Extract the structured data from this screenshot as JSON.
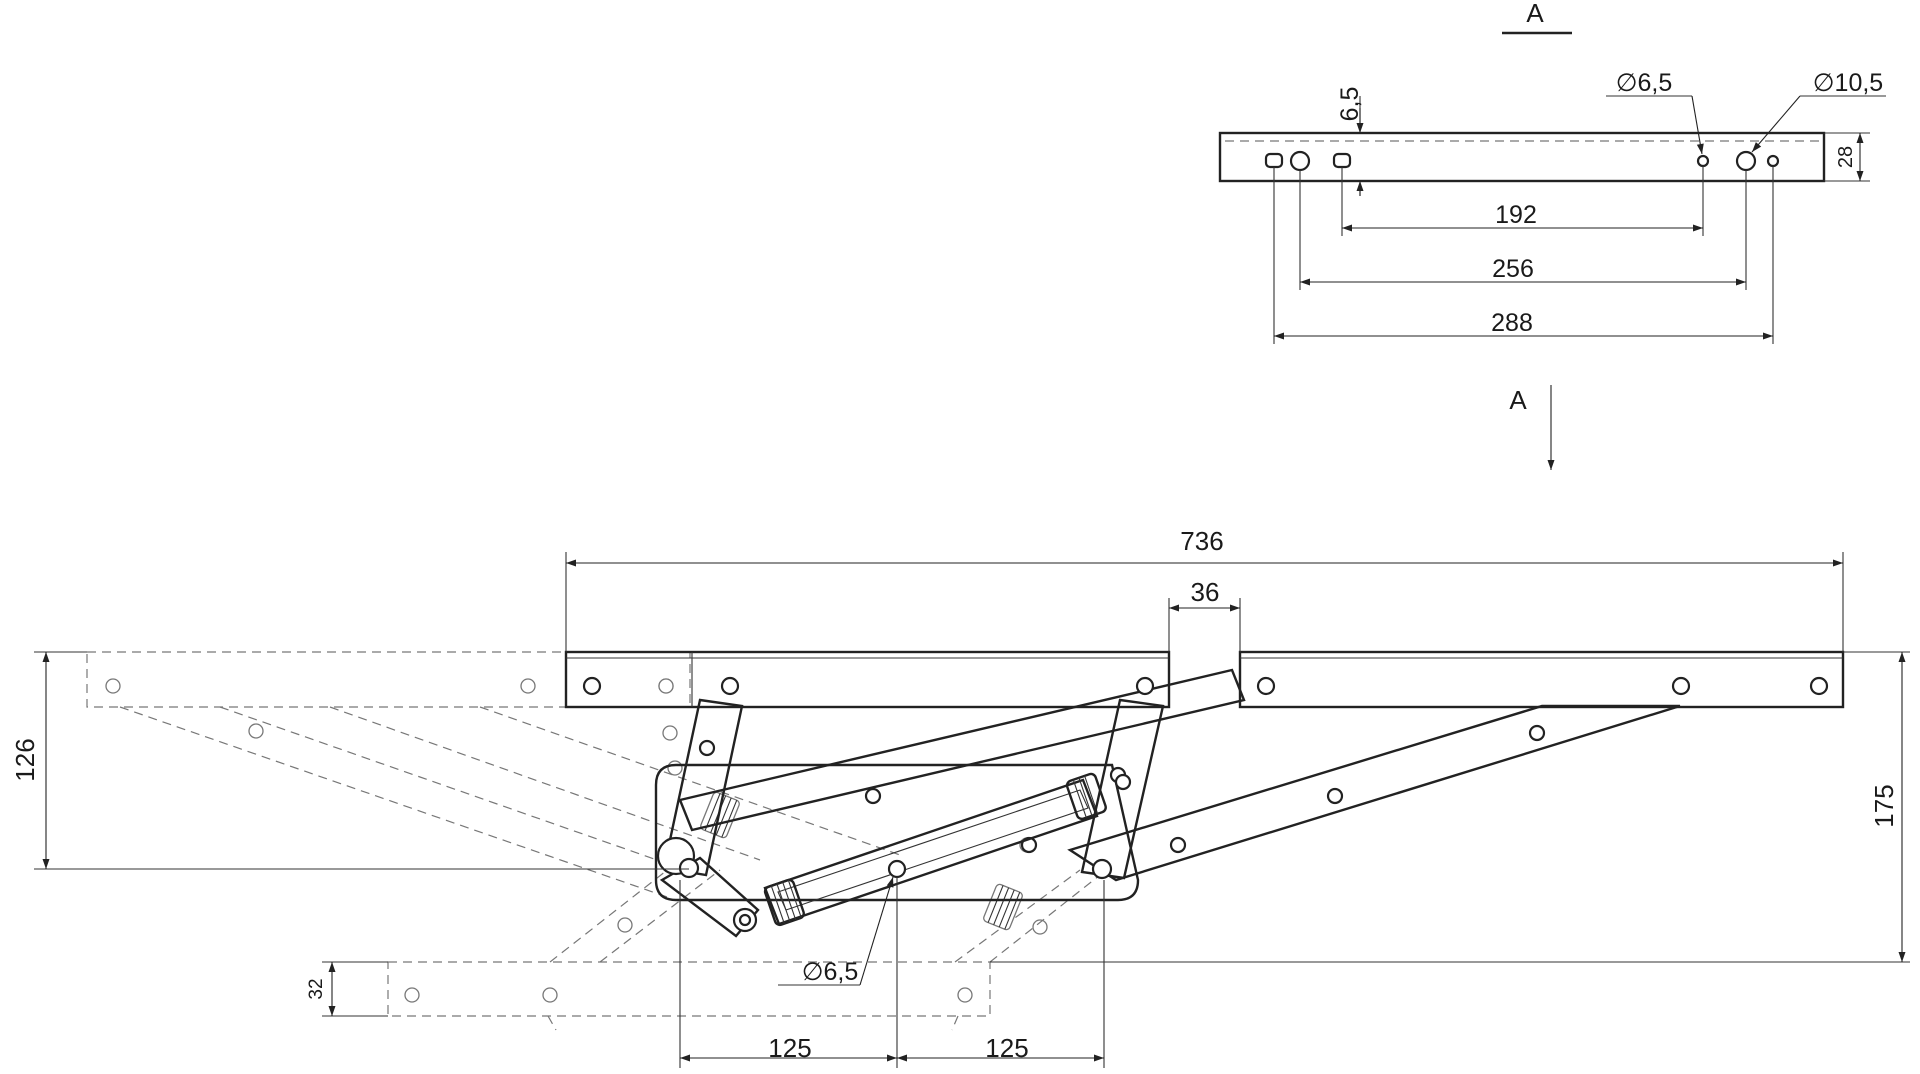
{
  "view_marker": {
    "top_label": "A",
    "arrow_label": "A"
  },
  "top_view": {
    "dim_thickness": "6,5",
    "dim_hole_small": "∅6,5",
    "dim_hole_large": "∅10,5",
    "dim_height": "28",
    "dim_192": "192",
    "dim_256": "256",
    "dim_288": "288"
  },
  "side_view": {
    "dim_total_length": "736",
    "dim_gap": "36",
    "dim_left_height": "126",
    "dim_right_height": "175",
    "dim_bottom_offset": "32",
    "dim_pivot_hole": "∅6,5",
    "dim_left_spacing": "125",
    "dim_right_spacing": "125"
  },
  "colors": {
    "line": "#222222",
    "ghost": "#777777",
    "background": "#ffffff"
  }
}
